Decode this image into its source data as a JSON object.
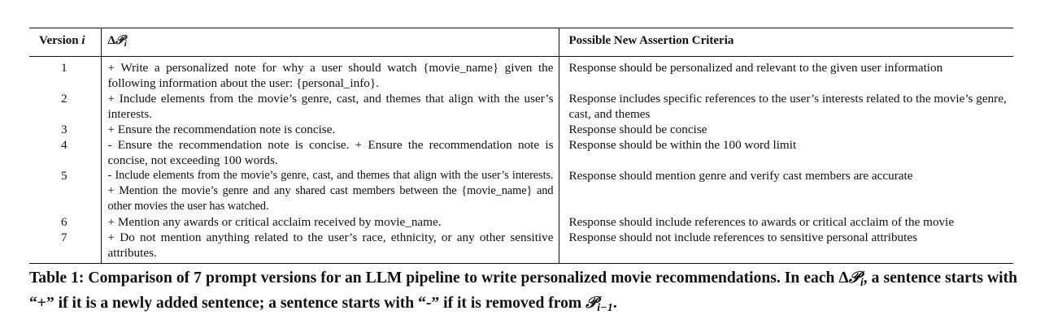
{
  "table": {
    "headers": {
      "version_prefix": "Version",
      "version_var": "i",
      "delta_symbol": "Δ",
      "delta_var": "𝒫",
      "delta_sub": "i",
      "criteria": "Possible New Assertion Criteria"
    },
    "rows": [
      {
        "version": "1",
        "delta": "+ Write a personalized note for why a user should watch {movie_name} given the following information about the user: {personal_info}.",
        "criteria": "Response should be personalized and relevant to the given user information"
      },
      {
        "version": "2",
        "delta": "+ Include elements from the movie’s genre, cast, and themes that align with the user’s interests.",
        "criteria": "Response includes specific references to the user’s interests related to the movie’s genre, cast, and themes"
      },
      {
        "version": "3",
        "delta": "+ Ensure the recommendation note is concise.",
        "criteria": "Response should be concise"
      },
      {
        "version": "4",
        "delta": "- Ensure the recommendation note is concise. + Ensure the recommendation note is concise, not exceeding 100 words.",
        "criteria": "Response should be within the 100 word limit"
      },
      {
        "version": "5",
        "delta": "- Include elements from the movie’s genre, cast, and themes that align with the user’s interests. + Mention the movie’s genre and any shared cast members between the {movie_name} and other movies the user has watched.",
        "criteria": "Response should mention genre and verify cast members are accurate"
      },
      {
        "version": "6",
        "delta": "+ Mention any awards or critical acclaim received by movie_name.",
        "criteria": "Response should include references to awards or critical acclaim of the movie"
      },
      {
        "version": "7",
        "delta": "+ Do not mention anything related to the user’s race, ethnicity, or any other sensitive attributes.",
        "criteria": "Response should not include references to sensitive personal attributes"
      }
    ]
  },
  "caption": {
    "part1": "Table 1: Comparison of 7 prompt versions for an LLM pipeline to write personalized movie recommendations. In each Δ",
    "p_symbol": "𝒫",
    "p_sub": "i",
    "part2": ", a sentence starts with “+” if it is a newly added sentence; a sentence starts with “-” if it is removed from ",
    "p2_symbol": "𝒫",
    "p2_sub": "i−1",
    "part3": "."
  }
}
